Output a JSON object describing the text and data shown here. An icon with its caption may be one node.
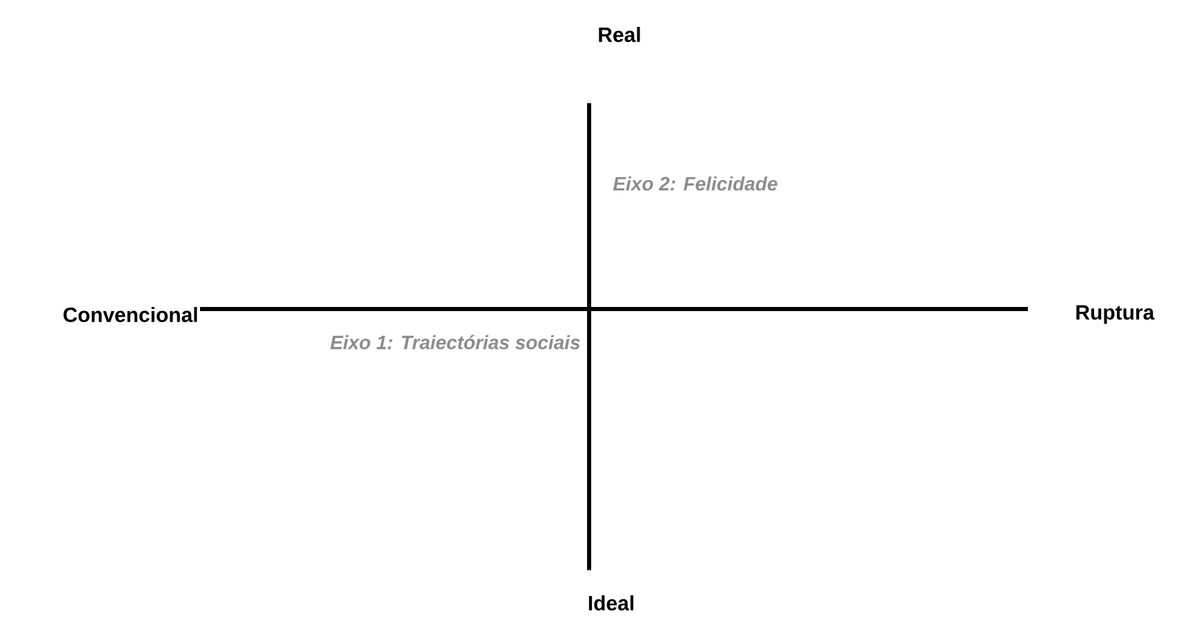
{
  "diagram": {
    "nodes": [
      {
        "text": [
          "Real"
        ]
      },
      {
        "text": [
          "Convencional"
        ]
      },
      {
        "text": [
          "Ruptura"
        ]
      },
      {
        "text": [
          "Ideal"
        ]
      }
    ],
    "edges": [
      {
        "from": 1,
        "to": 2,
        "arrow": "none"
      },
      {
        "from": 0,
        "to": 3,
        "arrow": "none"
      }
    ],
    "labels": [
      "Eixo 2: Felicidade",
      "Eixo 1: Traiectórias sociais"
    ]
  }
}
